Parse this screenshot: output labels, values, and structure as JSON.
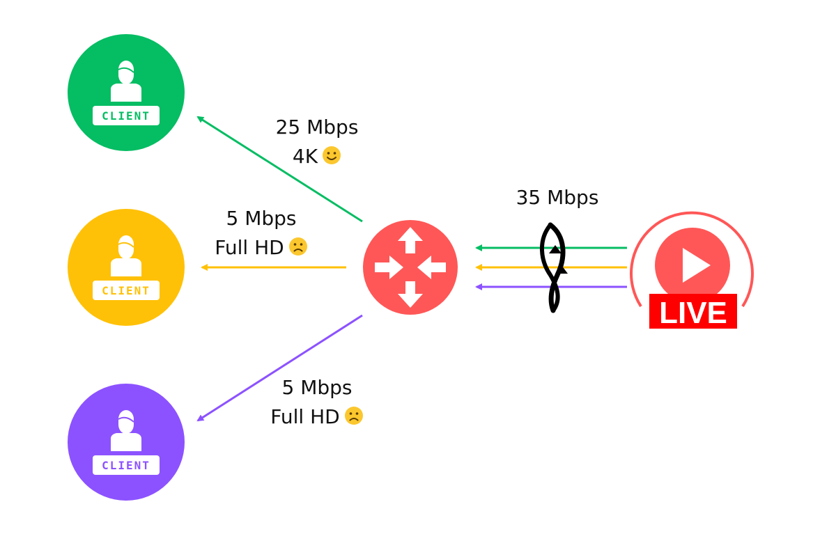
{
  "colors": {
    "green": "#05bd63",
    "yellow": "#ffc107",
    "purple": "#8c52ff",
    "router": "#ff5757",
    "live_red": "#ff0000",
    "text": "#111111",
    "emoji_face": "#fbc72e"
  },
  "clients": [
    {
      "label": "CLIENT",
      "color_key": "green",
      "icon": "client-person-icon"
    },
    {
      "label": "CLIENT",
      "color_key": "yellow",
      "icon": "client-person-icon"
    },
    {
      "label": "CLIENT",
      "color_key": "purple",
      "icon": "client-person-icon"
    }
  ],
  "router": {
    "icon": "router-arrows-icon"
  },
  "live": {
    "badge_text": "LIVE",
    "icon": "play-icon"
  },
  "links": [
    {
      "bandwidth": "25 Mbps",
      "quality": "4K",
      "mood": "happy",
      "color_key": "green"
    },
    {
      "bandwidth": "5 Mbps",
      "quality": "Full HD",
      "mood": "sad",
      "color_key": "yellow"
    },
    {
      "bandwidth": "5 Mbps",
      "quality": "Full HD",
      "mood": "sad",
      "color_key": "purple"
    }
  ],
  "uplink": {
    "bandwidth": "35 Mbps",
    "icon": "bundle-loop-icon"
  }
}
